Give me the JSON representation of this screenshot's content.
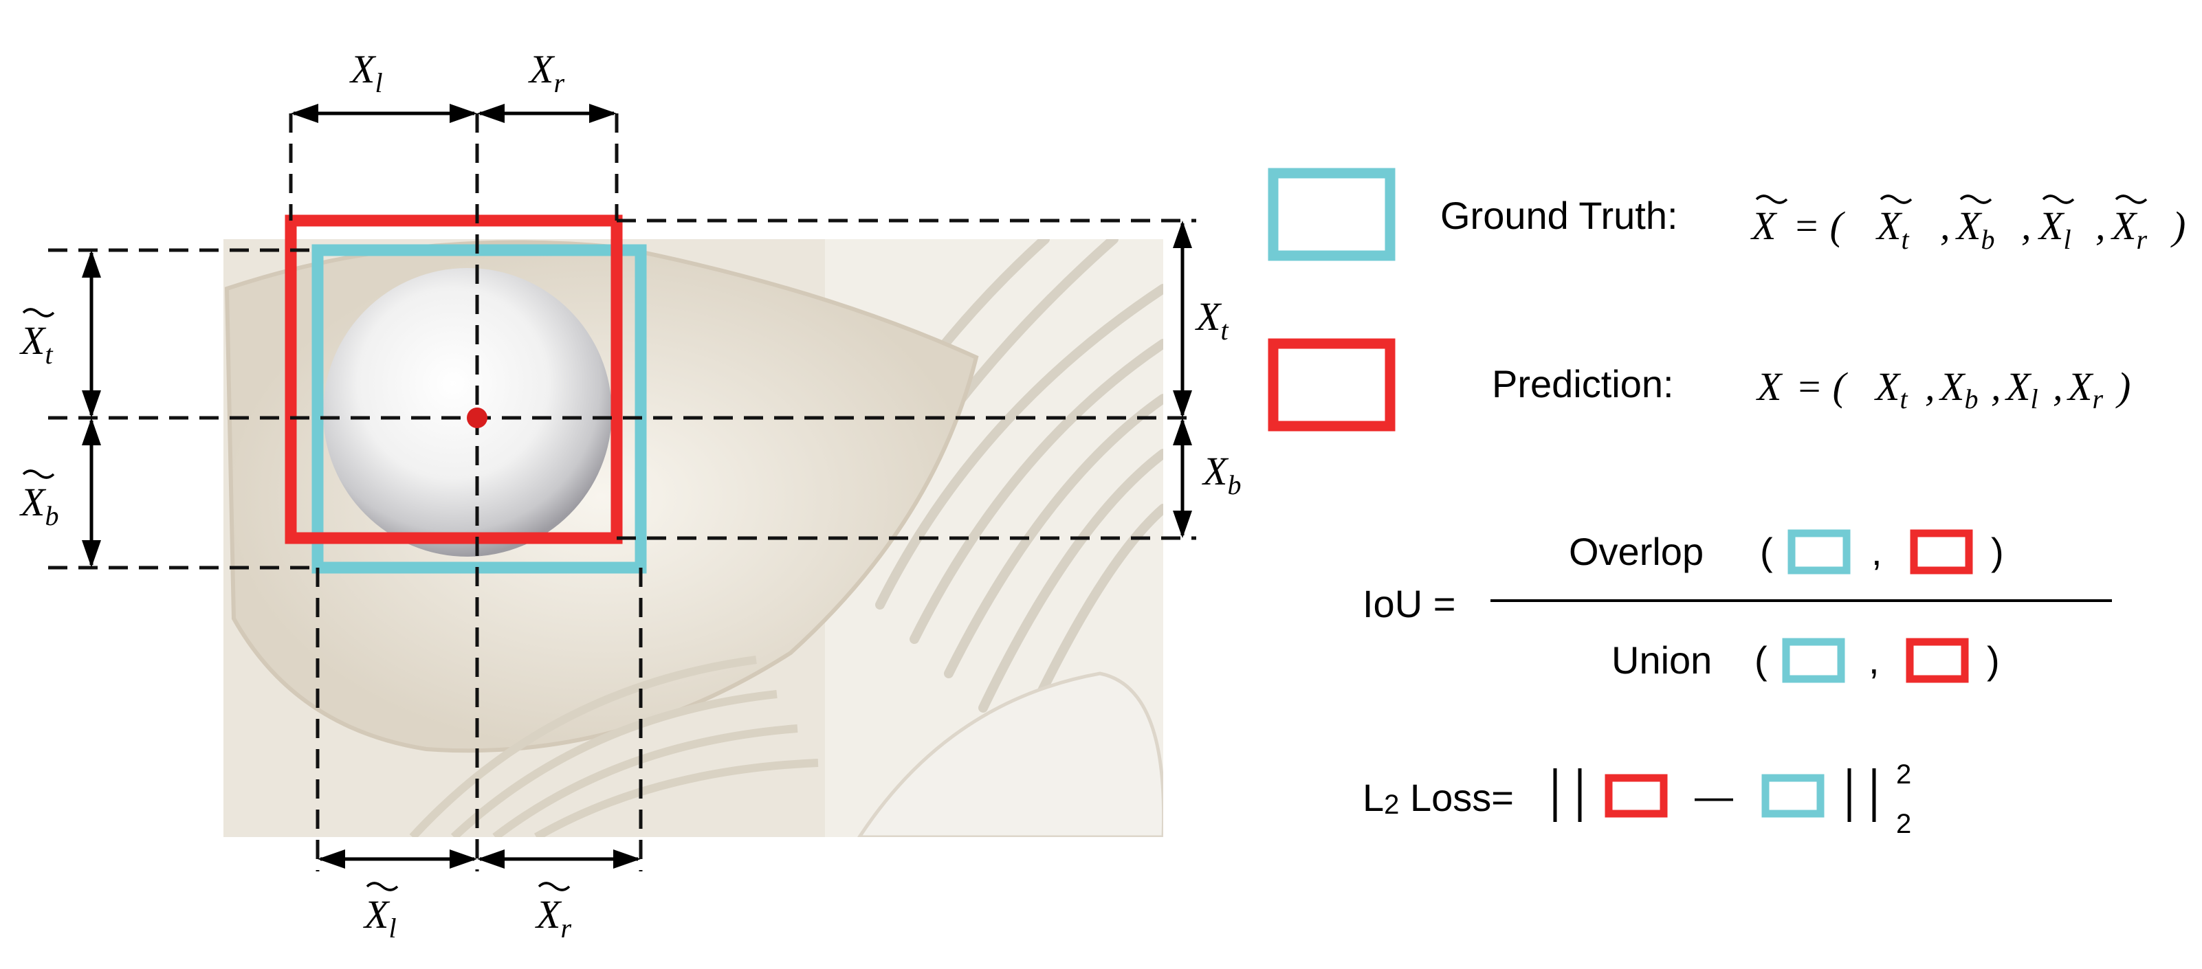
{
  "colors": {
    "ground_truth_box": "#72cbd4",
    "prediction_box": "#ee2b2b",
    "center_dot": "#d81e1e",
    "photo_bg": "#ece8de"
  },
  "image": {
    "description_icon": "pearl-in-shell-photo"
  },
  "dimension_labels": {
    "top_left": {
      "symbol": "X",
      "sub": "l"
    },
    "top_right": {
      "symbol": "X",
      "sub": "r"
    },
    "bottom_left": {
      "symbol": "X",
      "sub": "l"
    },
    "bottom_right": {
      "symbol": "X",
      "sub": "r"
    },
    "left_top": {
      "symbol": "X",
      "sub": "t"
    },
    "left_bottom": {
      "symbol": "X",
      "sub": "b"
    },
    "right_top": {
      "symbol": "X",
      "sub": "t"
    },
    "right_bottom": {
      "symbol": "X",
      "sub": "b"
    }
  },
  "legend": {
    "ground_truth_label": "Ground Truth:",
    "ground_truth_formula": {
      "lhs": "X",
      "eq": "= (",
      "terms": [
        {
          "symbol": "X",
          "sub": "t"
        },
        {
          "symbol": "X",
          "sub": "b"
        },
        {
          "symbol": "X",
          "sub": "l"
        },
        {
          "symbol": "X",
          "sub": "r"
        }
      ],
      "sep": ",",
      "close": ")"
    },
    "prediction_label": "Prediction:",
    "prediction_formula": {
      "lhs": "X",
      "eq": "= (",
      "terms": [
        {
          "symbol": "X",
          "sub": "t"
        },
        {
          "symbol": "X",
          "sub": "b"
        },
        {
          "symbol": "X",
          "sub": "l"
        },
        {
          "symbol": "X",
          "sub": "r"
        }
      ],
      "sep": ",",
      "close": ")"
    }
  },
  "iou": {
    "label": "IoU =",
    "numerator": "Overlop",
    "denominator": "Union",
    "open_paren": "(",
    "comma": ",",
    "close_paren": ")"
  },
  "loss": {
    "label_main": "L",
    "label_sub": "2",
    "label_rest": " Loss=",
    "minus": "—",
    "norm_sup": "2",
    "norm_sub": "2"
  }
}
